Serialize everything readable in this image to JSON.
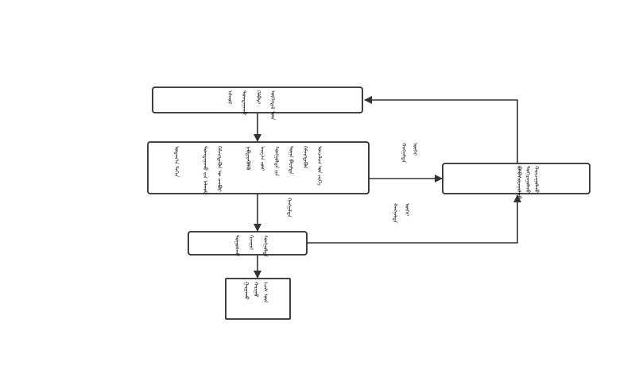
{
  "colors": {
    "stroke": "#2b2b2b",
    "arrow": "#333333",
    "text": "#111111",
    "background": "#ffffff"
  },
  "diagram": {
    "nodes": [
      {
        "id": "top-box",
        "lines": [
          "ᠥᠭᠡᠭᠳᠡᠯ ᠦᠨ",
          "ᠬᠡᠯᠪᠡᠷᠢ",
          "ᠲᠣᠭᠲᠠᠭᠠᠬᠤ",
          "ᠠᠯᠬᠤᠮ"
        ]
      },
      {
        "id": "middle-box",
        "lines": [
          "ᠣᠨᠴᠠᠯᠢᠭ ᠤᠨ ᠵᠡᠷᠭᠡ",
          "ᠬᠡᠮᠵᠢᠭᠳᠡᠬᠦᠨ",
          "ᠲᠣᠭᠠ ᠪᠠᠷᠢᠮᠲᠠ",
          "ᠰᠣᠩᠭᠣᠯᠲᠠ ᠶᠢᠨ",
          "ᠠᠷᠭ᠎ᠠ ᠵᠦᠢ",
          "ᠨᠡᠪᠲᠡᠷᠡᠭᠦᠯᠬᠦ",
          "ᠬᠡᠮᠵᠢᠭᠳᠡᠬᠦᠨ ᠦ ᠵᠠᠭᠪᠤᠷ",
          "ᠲᠣᠭᠲᠠᠭᠠᠬᠤ ᠵᠢᠨ ᠠᠯᠬᠤᠮ",
          "ᠤᠳᠠᠭ᠎ᠠ ᠳᠠᠬᠢᠨ"
        ]
      },
      {
        "id": "right-box",
        "lines": [
          "ᠬᠠᠷᠢᠴᠠᠭᠤᠯᠬᠤ",
          "ᠲᠣᠬᠢᠷᠠᠭᠤᠯᠬᠤ",
          "ᠪᠣᠯᠪᠠᠰᠤᠷᠠᠭᠤᠯᠬᠤ"
        ]
      },
      {
        "id": "lower-box",
        "lines": [
          "ᠰᠣᠩᠭᠣᠯᠲᠠ",
          "ᠬᠢᠵᠠᠭᠠᠷ",
          "ᠳᠣᠭᠤᠰᠬᠤ"
        ]
      },
      {
        "id": "bottom-box",
        "lines": [
          "ᠡᠴᠡᠰ ᠦᠨ",
          "ᠬᠠᠷᠢᠭᠤ",
          "ᠭᠠᠷᠭᠠᠬᠤ"
        ]
      }
    ],
    "edges": [
      {
        "id": "mid-to-right",
        "label": [
          "ᠦᠭᠡᠢ",
          "ᠬᠠᠩᠭᠠᠯᠲᠠ"
        ]
      },
      {
        "id": "lower-to-right",
        "label": [
          "ᠦᠭᠡᠢ",
          "ᠬᠠᠩᠭᠠᠯᠲᠠ"
        ]
      },
      {
        "id": "mid-to-lower",
        "label": [
          "ᠬᠠᠩᠭᠠᠯᠲᠠ"
        ]
      }
    ]
  }
}
